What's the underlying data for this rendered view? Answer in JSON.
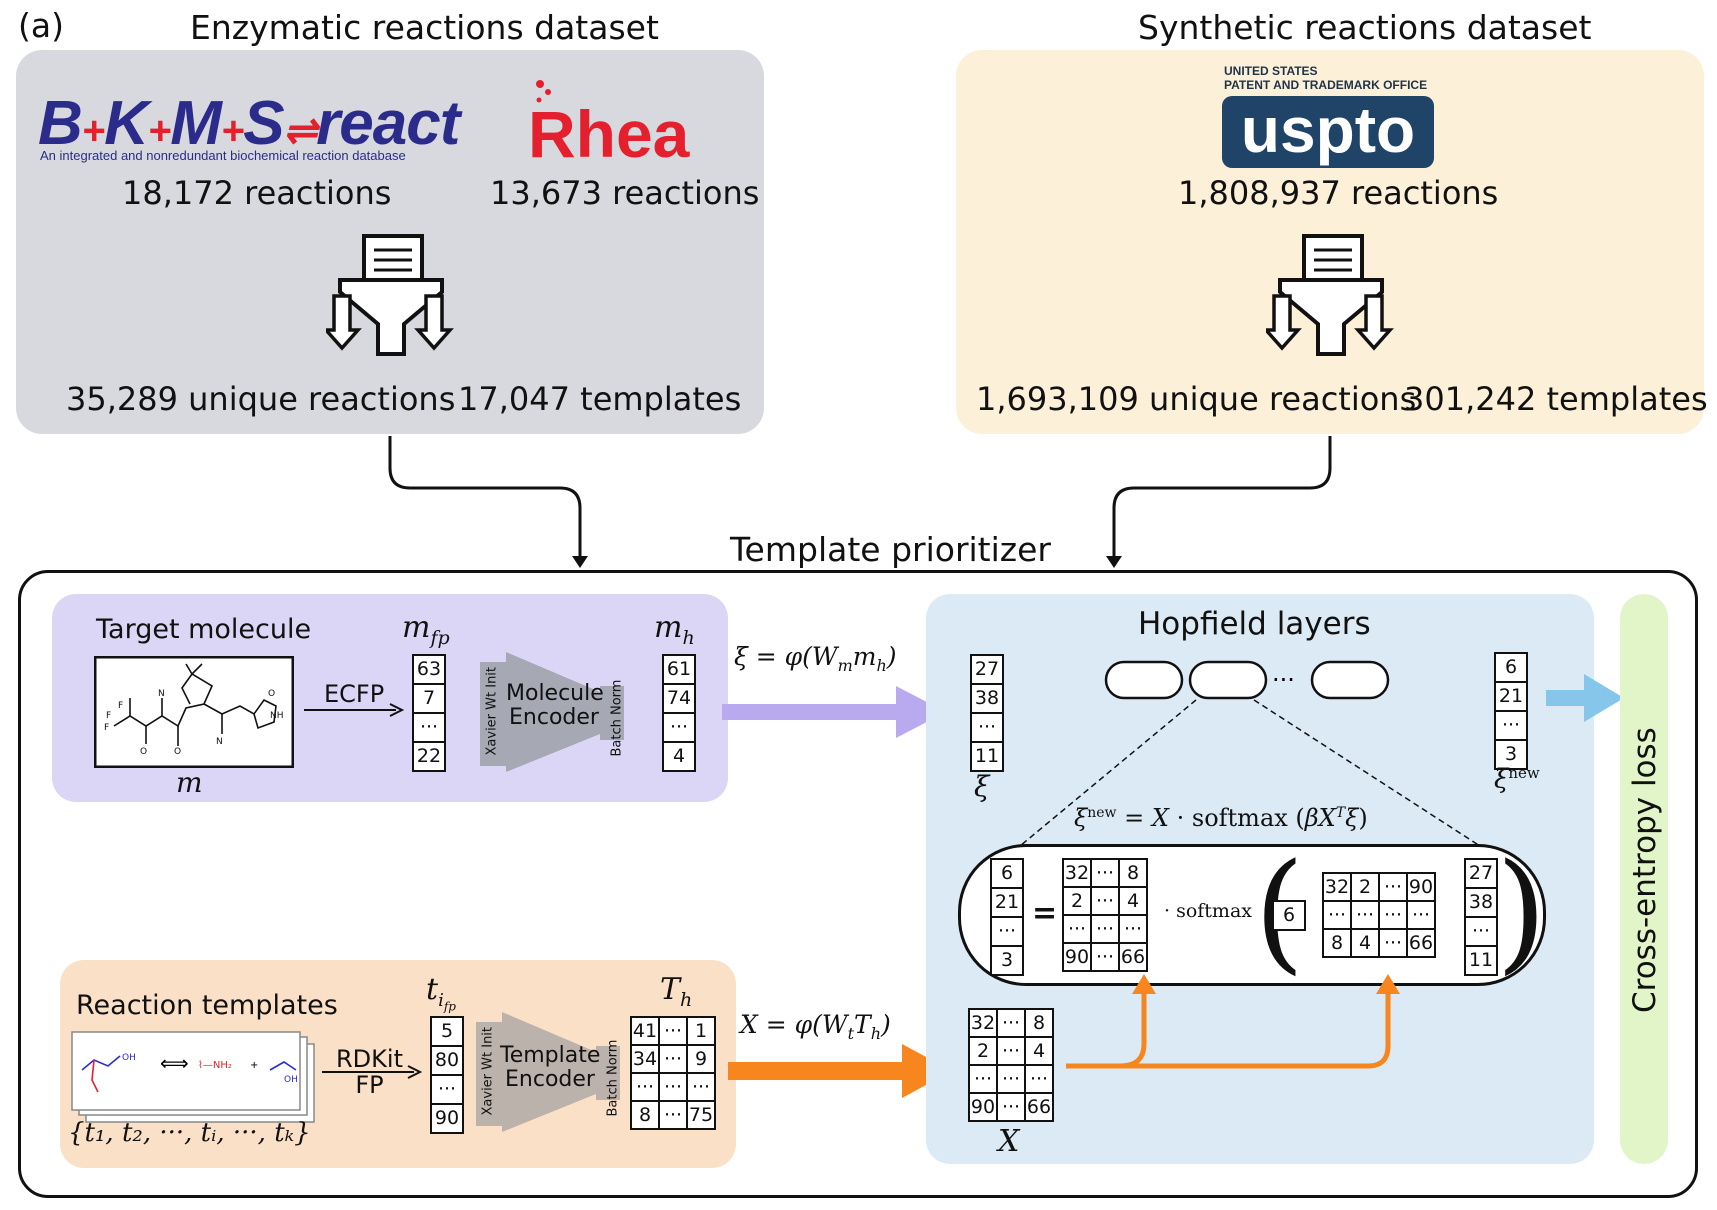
{
  "panel_label": "(a)",
  "enzymatic": {
    "title": "Enzymatic reactions dataset",
    "bkms_logo": "B+K+M+S⇌react",
    "bkms_subtitle": "An integrated and nonredundant biochemical reaction database",
    "bkms_reactions": "18,172 reactions",
    "rhea_logo": "Rhea",
    "rhea_reactions": "13,673 reactions",
    "unique_reactions": "35,289 unique reactions",
    "templates": "17,047 templates"
  },
  "synthetic": {
    "title": "Synthetic reactions dataset",
    "uspto_header_line1": "UNITED STATES",
    "uspto_header_line2": "PATENT AND TRADEMARK OFFICE",
    "uspto_logo": "uspto",
    "uspto_reactions": "1,808,937 reactions",
    "unique_reactions": "1,693,109 unique reactions",
    "templates": "301,242 templates"
  },
  "prioritizer": {
    "title": "Template prioritizer",
    "target_molecule": "Target molecule",
    "molecule_var": "m",
    "ecfp": "ECFP",
    "m_fp_label": "m",
    "m_fp_sub": "fp",
    "m_fp_values": [
      "63",
      "7",
      "···",
      "22"
    ],
    "xavier_label": "Xavier Wt Init",
    "batch_norm_label": "Batch Norm",
    "molecule_encoder": "Molecule Encoder",
    "m_h_label": "m",
    "m_h_sub": "h",
    "m_h_values": [
      "61",
      "74",
      "···",
      "4"
    ],
    "xi_eq": "ξ = φ(W",
    "xi_eq_m": "m",
    "xi_eq_mh": "m",
    "reaction_templates": "Reaction templates",
    "template_set": "{t₁, t₂, ···, tᵢ, ···, tₖ}",
    "rdkit_fp": [
      "RDKit",
      "FP"
    ],
    "t_ifp_label": "t",
    "t_ifp_values": [
      "5",
      "80",
      "···",
      "90"
    ],
    "template_encoder": "Template Encoder",
    "T_h_label": "T",
    "T_h_matrix": [
      [
        "41",
        "···",
        "1"
      ],
      [
        "34",
        "···",
        "9"
      ],
      [
        "···",
        "···",
        "···"
      ],
      [
        "8",
        "···",
        "75"
      ]
    ],
    "x_eq": "X = φ(W",
    "hopfield": "Hopfield layers",
    "xi_values": [
      "27",
      "38",
      "···",
      "11"
    ],
    "xi_new_values": [
      "6",
      "21",
      "···",
      "3"
    ],
    "X_matrix": [
      [
        "32",
        "···",
        "8"
      ],
      [
        "2",
        "···",
        "4"
      ],
      [
        "···",
        "···",
        "···"
      ],
      [
        "90",
        "···",
        "66"
      ]
    ],
    "update_formula": "ξ",
    "softmax_label": "· softmax",
    "beta_value": "6",
    "XT_matrix": [
      [
        "32",
        "2",
        "···",
        "90"
      ],
      [
        "···",
        "···",
        "···",
        "···"
      ],
      [
        "8",
        "4",
        "···",
        "66"
      ]
    ],
    "xi_in_formula": [
      "27",
      "38",
      "···",
      "11"
    ],
    "cross_entropy": "Cross-entropy loss"
  },
  "colors": {
    "gray_panel": "#d7d9de",
    "cream_panel": "#fdf0d9",
    "purple_panel": "#dcd6f6",
    "orange_panel": "#fbe0c8",
    "blue_panel": "#dbeaf4",
    "green_panel": "#e2f5c8",
    "purple_arrow": "#b9a9ef",
    "orange_arrow": "#f7861f",
    "blue_arrow": "#86c6ea",
    "encoder_fill": "#a6a8b4",
    "template_encoder_fill": "#bcb2ac",
    "bkms_blue": "#2b2b8c",
    "rhea_red": "#e5202e",
    "uspto_navy": "#1f4467"
  }
}
